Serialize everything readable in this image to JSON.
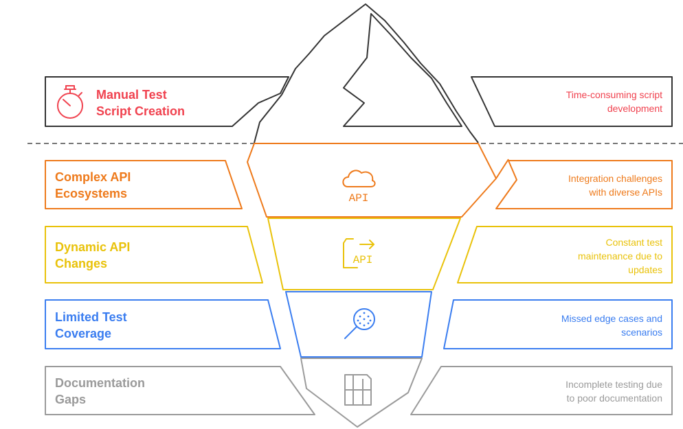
{
  "layers": [
    {
      "id": "manual",
      "label": "Manual Test\nScript Creation",
      "description": "Time-consuming script\ndevelopment",
      "icon": "stopwatch-icon",
      "color": "#f0424f"
    },
    {
      "id": "complex",
      "label": "Complex API\nEcosystems",
      "description": "Integration challenges\nwith diverse APIs",
      "icon": "cloud-api-icon",
      "icon_text": "API",
      "color": "#ee7a1b"
    },
    {
      "id": "dynamic",
      "label": "Dynamic API\nChanges",
      "description": "Constant test\nmaintenance due to\nupdates",
      "icon": "api-document-icon",
      "icon_text": "API",
      "color": "#e9c20a"
    },
    {
      "id": "limited",
      "label": "Limited Test\nCoverage",
      "description": "Missed edge cases and\nscenarios",
      "icon": "magnifier-icon",
      "color": "#3a7df0"
    },
    {
      "id": "docs",
      "label": "Documentation\nGaps",
      "description": "Incomplete testing due\nto poor documentation",
      "icon": "document-grid-icon",
      "color": "#9a9a9a"
    }
  ]
}
